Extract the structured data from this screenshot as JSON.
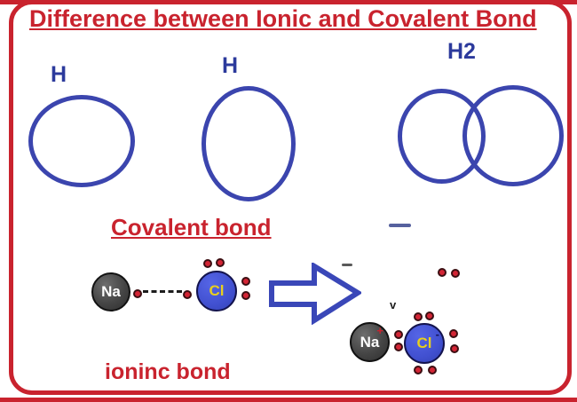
{
  "diagram": {
    "title": "Difference between Ionic and Covalent Bond",
    "covalent": {
      "atom1_label": "H",
      "atom2_label": "H",
      "molecule_label": "H2",
      "caption": "Covalent bond"
    },
    "ionic": {
      "sodium_label": "Na",
      "chlorine_label": "Cl",
      "sodium_ion_label": "Na",
      "sodium_ion_charge": "+",
      "chloride_ion_label": "Cl",
      "chloride_ion_charge": "-",
      "stray_mark": "v",
      "caption": "ioninc bond"
    },
    "colors": {
      "accent_red": "#c9232e",
      "bond_blue": "#3b45ae",
      "sodium_gray": "#454545",
      "chlorine_blue": "#4150d0",
      "electron_dot_red": "#d32535",
      "chlorine_text_yellow": "#e8cf1e",
      "sodium_text_white": "#ffffff"
    }
  }
}
